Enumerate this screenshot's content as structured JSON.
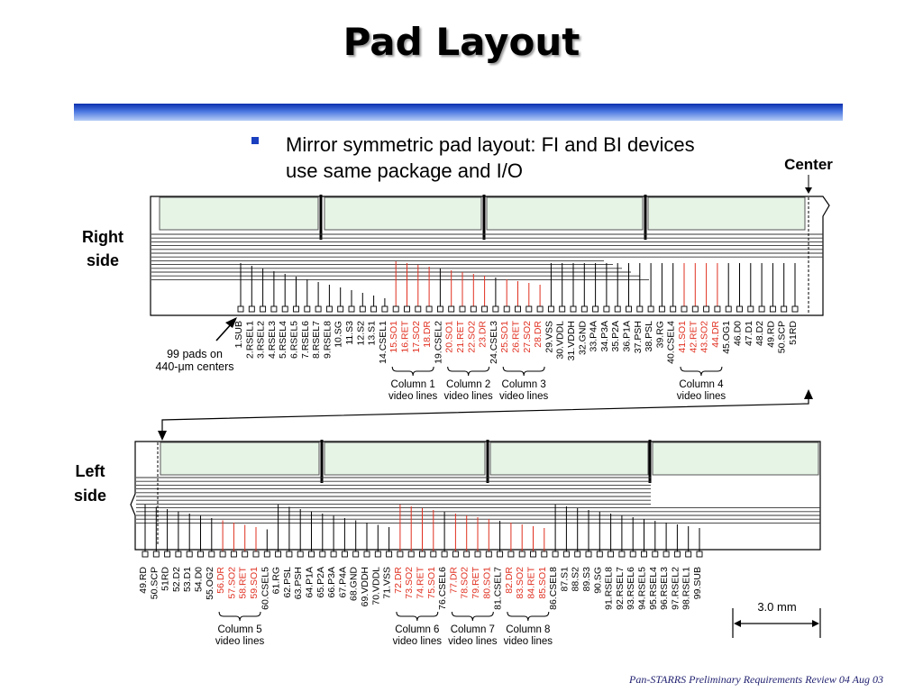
{
  "title": "Pad Layout",
  "bullet": "Mirror symmetric pad layout: FI and BI devices use same package and I/O",
  "footer": "Pan-STARRS Preliminary Requirements Review 04 Aug 03",
  "labels": {
    "center": "Center",
    "right_side": [
      "Right",
      "side"
    ],
    "left_side": [
      "Left",
      "side"
    ],
    "pads_note": [
      "99 pads on",
      "440-μm centers"
    ],
    "scale": "3.0 mm"
  },
  "colors": {
    "accent_red": "#e03020",
    "pad_line": "#000000",
    "cell_fill": "#e6f4e6"
  },
  "right_pads": [
    "1.SUB",
    "2.RSEL1",
    "3.RSEL2",
    "4.RSEL3",
    "5.RSEL4",
    "6.RSEL5",
    "7.RSEL6",
    "8.RSEL7",
    "9.RSEL8",
    "10.SG",
    "11.S3",
    "12.S2",
    "13.S1",
    "14.CSEL1",
    "15.SO1",
    "16.RET",
    "17.SO2",
    "18.DR",
    "19.CSEL2",
    "20.SO1",
    "21.RET",
    "22.SO2",
    "23.DR",
    "24.CSEL3",
    "25.SO1",
    "26.RET",
    "27.SO2",
    "28.DR",
    "29.VSS",
    "30.VDDL",
    "31.VDDH",
    "32.GND",
    "33.P4A",
    "34.P3A",
    "35.P2A",
    "36.P1A",
    "37.PSH",
    "38.PSL",
    "39.RG",
    "40.CSEL4",
    "41.SO1",
    "42.RET",
    "43.SO2",
    "44.DR",
    "45.OG1",
    "46.D0",
    "47.D1",
    "48.D2",
    "49.RD",
    "50.SCP",
    "51RD"
  ],
  "right_red": [
    14,
    15,
    16,
    17,
    19,
    20,
    21,
    22,
    24,
    25,
    26,
    27,
    40,
    41,
    42,
    43
  ],
  "right_groups": [
    {
      "from": 14,
      "to": 17,
      "lines": [
        "Column 1",
        "video lines"
      ]
    },
    {
      "from": 19,
      "to": 22,
      "lines": [
        "Column 2",
        "video lines"
      ]
    },
    {
      "from": 24,
      "to": 27,
      "lines": [
        "Column 3",
        "video lines"
      ]
    },
    {
      "from": 40,
      "to": 43,
      "lines": [
        "Column 4",
        "video lines"
      ]
    }
  ],
  "left_pads": [
    "49.RD",
    "50.SCP",
    "51RD",
    "52.D2",
    "53.D1",
    "54.D0",
    "55.OG2",
    "56.DR",
    "57.SO2",
    "58.RET",
    "59.SO1",
    "60.CSEL5",
    "61.RG",
    "62.PSL",
    "63.PSH",
    "64.P1A",
    "65.P2A",
    "66.P3A",
    "67.P4A",
    "68.GND",
    "69.VDDH",
    "70.VDDL",
    "71.VSS",
    "72.DR",
    "73.SO2",
    "74.RET",
    "75.SO1",
    "76.CSEL6",
    "77.DR",
    "78.SO2",
    "79.RET",
    "80.SO1",
    "81.CSEL7",
    "82.DR",
    "83.SO2",
    "84.RET",
    "85.SO1",
    "86.CSEL8",
    "87.S1",
    "88.S2",
    "89.S3",
    "90.SG",
    "91.RSEL8",
    "92.RSEL7",
    "93.RSEL6",
    "94.RSEL5",
    "95.RSEL4",
    "96.RSEL3",
    "97.RSEL2",
    "98.RSEL1",
    "99.SUB"
  ],
  "left_red": [
    7,
    8,
    9,
    10,
    23,
    24,
    25,
    26,
    28,
    29,
    30,
    31,
    33,
    34,
    35,
    36
  ],
  "left_groups": [
    {
      "from": 7,
      "to": 10,
      "lines": [
        "Column 5",
        "video lines"
      ]
    },
    {
      "from": 23,
      "to": 26,
      "lines": [
        "Column 6",
        "video lines"
      ]
    },
    {
      "from": 28,
      "to": 31,
      "lines": [
        "Column 7",
        "video lines"
      ]
    },
    {
      "from": 33,
      "to": 36,
      "lines": [
        "Column 8",
        "video lines"
      ]
    }
  ]
}
